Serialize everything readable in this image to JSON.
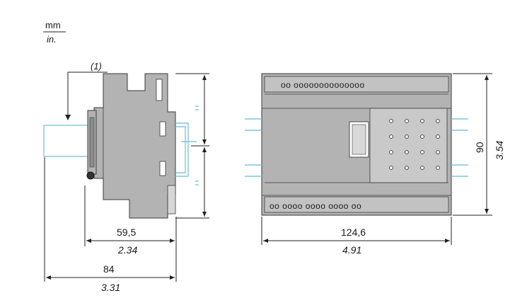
{
  "units": {
    "metric": "mm",
    "imperial": "in."
  },
  "callout": "(1)",
  "side_view": {
    "depth": {
      "mm": "59,5",
      "in": "2.34"
    },
    "overall_depth": {
      "mm": "84",
      "in": "3.31"
    }
  },
  "front_view": {
    "width": {
      "mm": "124,6",
      "in": "4.91"
    },
    "height": {
      "mm": "90",
      "in": "3.54"
    },
    "top_terminals": "oo oooooooooooooo",
    "bottom_terminals": "oo oooo  oooo  oooo  oo"
  },
  "colors": {
    "housing": "#b3b3b3",
    "outline": "#3a3a3a",
    "rail": "#7fc6dd"
  }
}
